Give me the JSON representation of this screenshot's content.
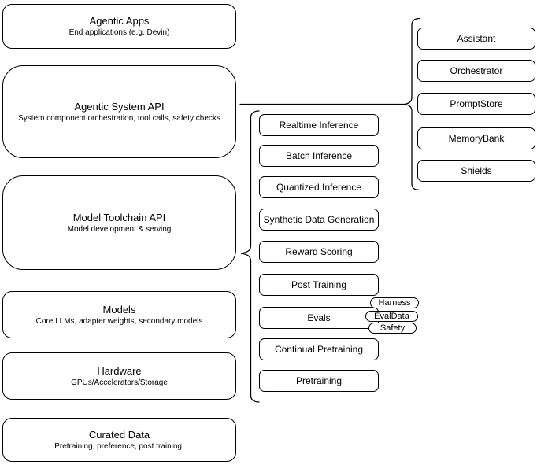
{
  "canvas": {
    "background_color": "#ffffff",
    "stroke_color": "#000000"
  },
  "left_stack": [
    {
      "title": "Agentic Apps",
      "subtitle": "End applications (e.g. Devin)"
    },
    {
      "title": "Agentic System API",
      "subtitle": "System component orchestration, tool calls, safety checks"
    },
    {
      "title": "Model Toolchain API",
      "subtitle": "Model development & serving"
    },
    {
      "title": "Models",
      "subtitle": "Core LLMs, adapter weights, secondary models"
    },
    {
      "title": "Hardware",
      "subtitle": "GPUs/Accelerators/Storage"
    },
    {
      "title": "Curated Data",
      "subtitle": "Pretraining, preference, post training."
    }
  ],
  "toolchain_items": [
    "Realtime Inference",
    "Batch Inference",
    "Quantized Inference",
    "Synthetic Data Generation",
    "Reward Scoring",
    "Post Training",
    "Evals",
    "Continual Pretraining",
    "Pretraining"
  ],
  "evals_tags": [
    "Harness",
    "EvalData",
    "Safety"
  ],
  "system_components": [
    "Assistant",
    "Orchestrator",
    "PromptStore",
    "MemoryBank",
    "Shields"
  ]
}
